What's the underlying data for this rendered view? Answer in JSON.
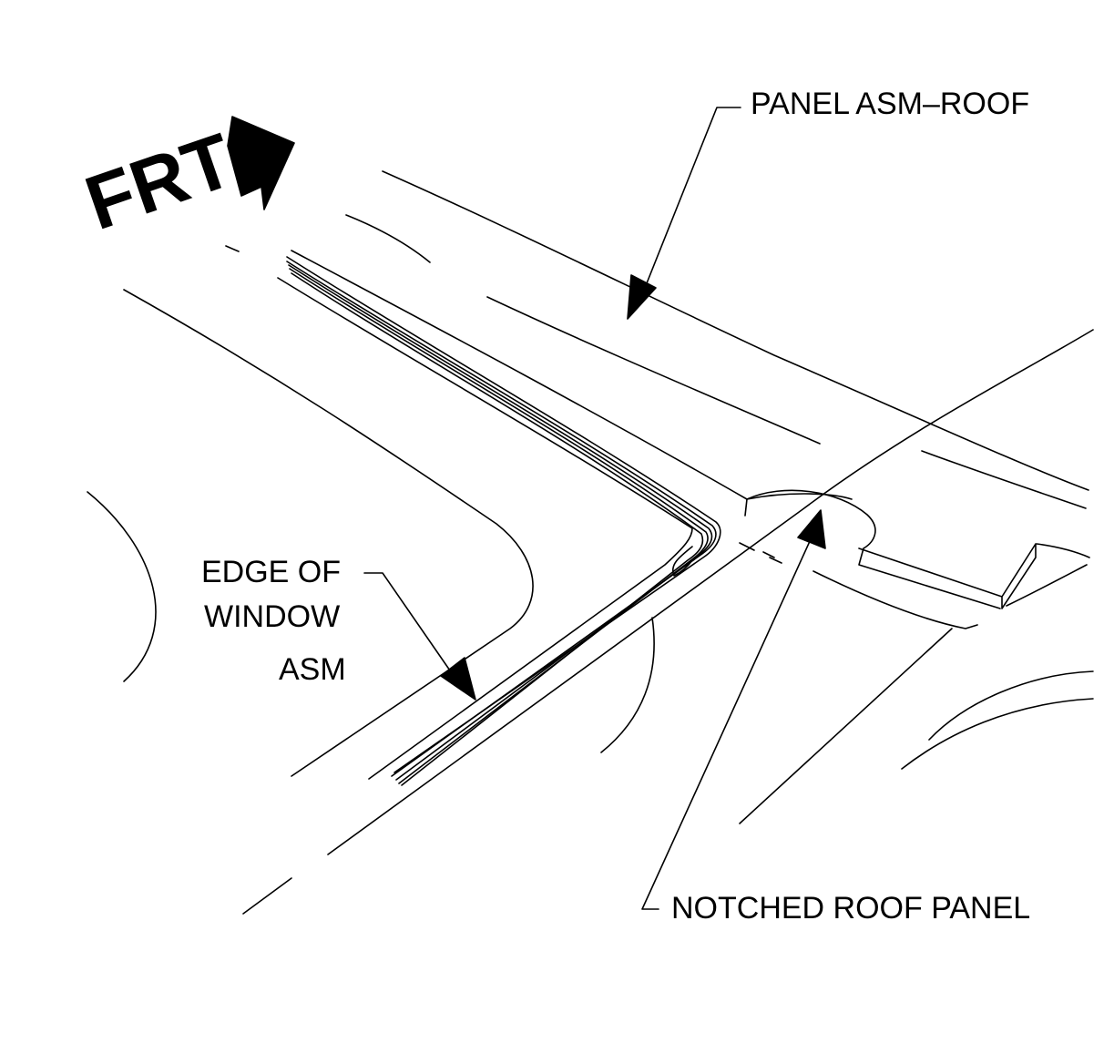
{
  "figure": {
    "direction_label": "FRT",
    "direction_icon": "front-direction-arrow-icon"
  },
  "callouts": {
    "roof_panel": "PANEL ASM–ROOF",
    "window_edge": [
      "EDGE OF",
      "WINDOW",
      "ASM"
    ],
    "notched_panel": "NOTCHED ROOF PANEL"
  },
  "colors": {
    "line": "#000000",
    "background": "#ffffff"
  }
}
